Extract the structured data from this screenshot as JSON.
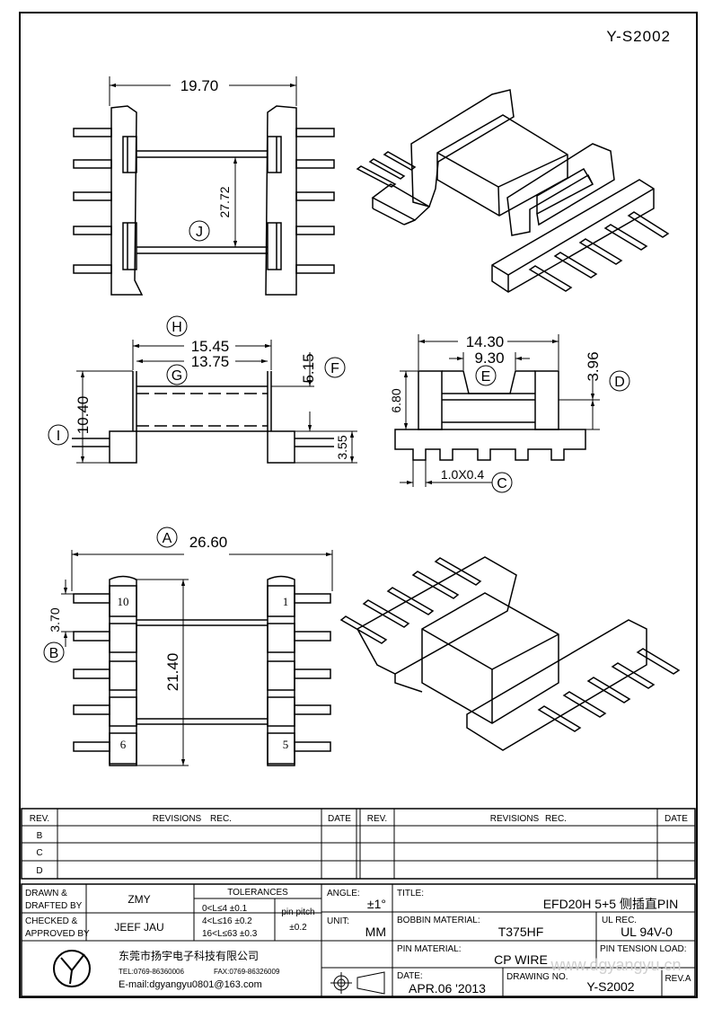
{
  "drawing": {
    "code_top": "Y-S2002",
    "views": {
      "top": {
        "width_dim": "19.70",
        "height_dim": "27.72",
        "bubble": "J"
      },
      "front": {
        "h_dim": "15.45",
        "h_bubble": "H",
        "g_dim": "13.75",
        "g_bubble": "G",
        "f_dim": "5.15",
        "f_bubble": "F",
        "i_dim": "10.40",
        "i_bubble": "I",
        "base_dim": "3.55"
      },
      "side": {
        "e_top_dim": "14.30",
        "e_dim": "9.30",
        "e_bubble": "E",
        "height_dim": "6.80",
        "d_dim": "3.96",
        "d_bubble": "D",
        "pin_dim": "1.0X0.4",
        "c_bubble": "C"
      },
      "bottom": {
        "a_dim": "26.60",
        "a_bubble": "A",
        "b_dim": "3.70",
        "b_bubble": "B",
        "height_dim": "21.40",
        "pin_labels": {
          "p10": "10",
          "p1": "1",
          "p6": "6",
          "p5": "5"
        }
      }
    }
  },
  "revisions": {
    "col_rev": "REV.",
    "col_revisions": "REVISIONS",
    "col_rec": "REC.",
    "col_date": "DATE",
    "rows": [
      "B",
      "C",
      "D"
    ]
  },
  "title_block": {
    "drawn_label_1": "DRAWN  &",
    "drawn_label_2": "DRAFTED  BY",
    "drawn_value": "ZMY",
    "checked_label_1": "CHECKED  &",
    "checked_label_2": "APPROVED  BY",
    "checked_value": "JEEF JAU",
    "tolerances_label": "TOLERANCES",
    "tol_1": "0<L≤4    ±0.1",
    "tol_2": "4<L≤16  ±0.2",
    "tol_3": "16<L≤63 ±0.3",
    "pin_pitch_label": "pin  pitch",
    "pin_pitch_value": "±0.2",
    "angle_label": "ANGLE:",
    "angle_value": "±1°",
    "unit_label": "UNIT:",
    "unit_value": "MM",
    "title_label": "TITLE:",
    "title_value": "EFD20H  5+5    侧插直PIN",
    "bobbin_label": "BOBBIN  MATERIAL:",
    "bobbin_value": "T375HF",
    "ul_label": "UL  REC.",
    "ul_value": "UL  94V-0",
    "pin_mat_label": "PIN  MATERIAL:",
    "pin_mat_value": "CP  WIRE",
    "pin_tension_label": "PIN  TENSION  LOAD:",
    "date_label": "DATE:",
    "date_value": "APR.06  '2013",
    "drawing_no_label": "DRAWING  NO.",
    "drawing_no_value": "Y-S2002",
    "rev_label": "REV.A",
    "company_name": "东莞市扬宇电子科技有限公司",
    "company_tel": "TEL:0769-86360006",
    "company_fax": "FAX:0769-86326009",
    "company_email": "E-mail:dgyangyu0801@163.com",
    "watermark": "www.dgyangyu.cn"
  }
}
